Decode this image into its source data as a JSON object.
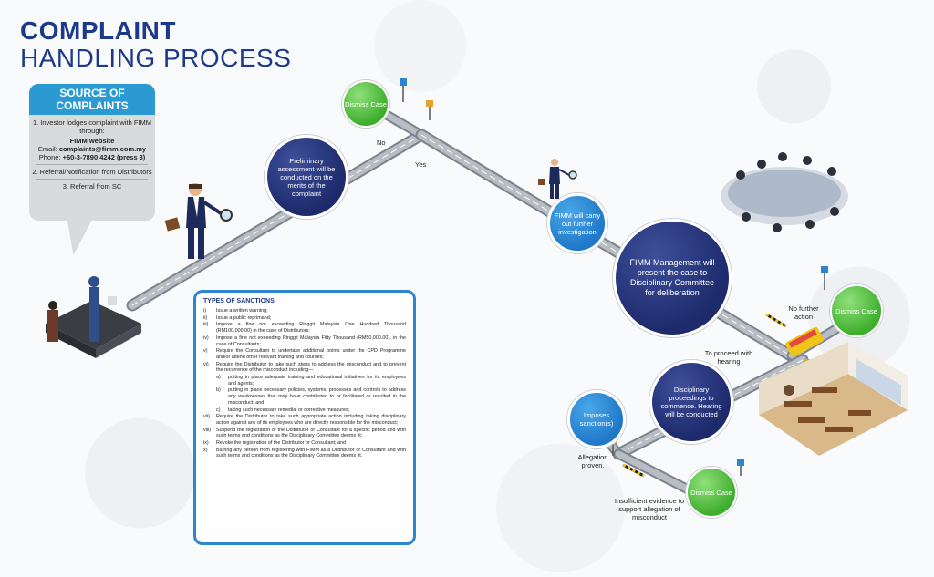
{
  "header": {
    "title_line1": "COMPLAINT",
    "title_line2": "HANDLING PROCESS"
  },
  "source": {
    "title": "SOURCE OF COMPLAINTS",
    "item1": "1. Investor lodges complaint with FIMM through:",
    "website": "FIMM website",
    "email_label": "Email: ",
    "email": "complaints@fimm.com.my",
    "phone_label": "Phone: ",
    "phone": "+60-3-7890 4242 (press 3)",
    "item2": "2. Referral/Notification from Distributors",
    "item3": "3. Referral from SC"
  },
  "nodes": {
    "preliminary": "Preliminary assessment will be conducted on the merits of the complaint",
    "dismiss1": "Dismiss Case",
    "further": "FIMM will carry out further investigation",
    "management": "FIMM Management will present the case to Disciplinary Committee for deliberation",
    "dismiss2": "Dismiss Case",
    "disciplinary": "Disciplinary proceedings to commence. Hearing will be conducted",
    "imposes": "Imposes sanction(s)",
    "dismiss3": "Dismiss Case"
  },
  "labels": {
    "no": "No",
    "yes": "Yes",
    "no_further": "No further action",
    "to_proceed": "To proceed with hearing",
    "allegation": "Allegation proven.",
    "insufficient": "Insufficient evidence to support allegation of misconduct"
  },
  "sanctions": {
    "title": "TYPES OF SANCTIONS",
    "items": [
      {
        "n": "i)",
        "t": "Issue a written warning;"
      },
      {
        "n": "ii)",
        "t": "Issue a public reprimand;"
      },
      {
        "n": "iii)",
        "t": "Impose a fine not exceeding Ringgit Malaysia One Hundred Thousand (RM100,000.00) in the case of Distributors;"
      },
      {
        "n": "iv)",
        "t": "Impose a fine not exceeding Ringgit Malaysia Fifty Thousand (RM50,000.00), in the case of Consultants;"
      },
      {
        "n": "v)",
        "t": "Require the Consultant to undertake additional points under the CPD Programme and/or attend other relevant training and courses;"
      },
      {
        "n": "vi)",
        "t": "Require the Distributor to take such steps to address the misconduct and to prevent the recurrence of the misconduct including—"
      }
    ],
    "sub": [
      {
        "n": "a)",
        "t": "putting in place adequate training and educational initiatives for its employees and agents;"
      },
      {
        "n": "b)",
        "t": "putting in place necessary policies, systems, processes and controls to address any weaknesses that may have contributed to or facilitated or resulted in the misconduct; and"
      },
      {
        "n": "c)",
        "t": "taking such necessary remedial or corrective measures;"
      }
    ],
    "items2": [
      {
        "n": "vii)",
        "t": "Require the Distributor to take such appropriate action including taking disciplinary action against any of its employees who are directly responsible for the misconduct;"
      },
      {
        "n": "viii)",
        "t": "Suspend the registration of the Distributor or Consultant for a specific period and with such terms and conditions as the Disciplinary Committee deems fit;"
      },
      {
        "n": "ix)",
        "t": "Revoke the registration of the Distributor or Consultant; and"
      },
      {
        "n": "x)",
        "t": "Barring any person from registering with FIMM as a Distributor or Consultant and with such terms and conditions as the Disciplinary Committee deems fit."
      }
    ]
  },
  "colors": {
    "navy": "#1d2a6b",
    "blue": "#1f78c8",
    "green": "#3fae2e",
    "title": "#1d3a8a",
    "accent": "#2b9ad3"
  }
}
